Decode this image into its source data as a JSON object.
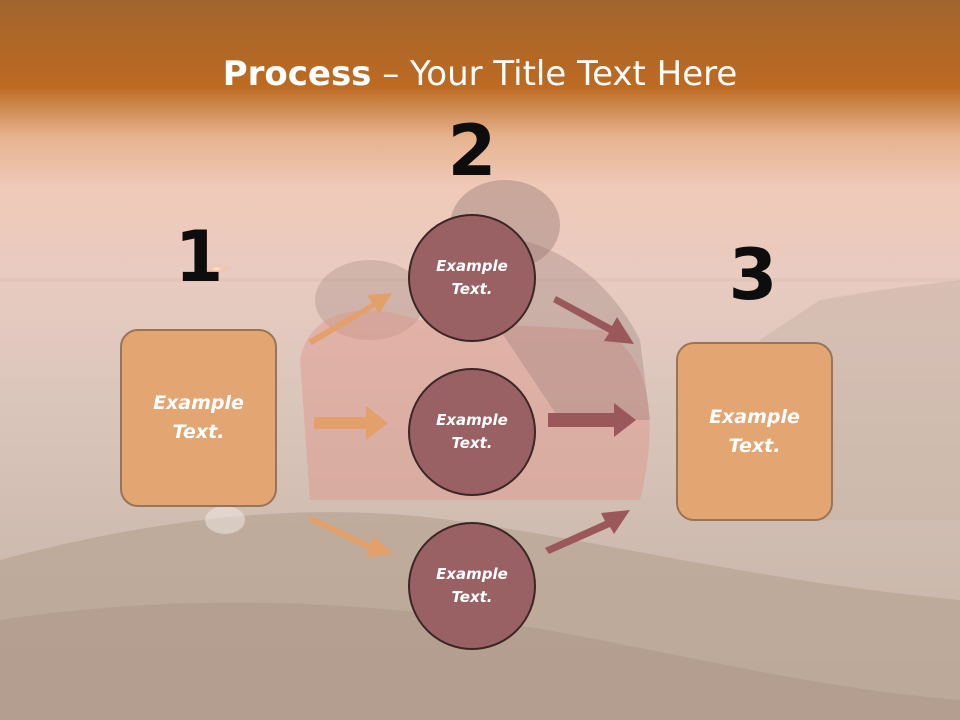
{
  "title": {
    "bold": "Process",
    "rest": " – Your Title Text Here"
  },
  "steps": [
    {
      "number": "1",
      "line1": "Example",
      "line2": "Text."
    },
    {
      "number": "2"
    },
    {
      "number": "3",
      "line1": "Example",
      "line2": "Text."
    }
  ],
  "circles": [
    {
      "line1": "Example",
      "line2": "Text."
    },
    {
      "line1": "Example",
      "line2": "Text."
    },
    {
      "line1": "Example",
      "line2": "Text."
    }
  ],
  "colors": {
    "header_band": "#b8621e",
    "box_fill": "#e3a572",
    "circle_fill": "#9a6165",
    "arrow_left": "#e3a06a",
    "arrow_right": "#9a585b"
  }
}
